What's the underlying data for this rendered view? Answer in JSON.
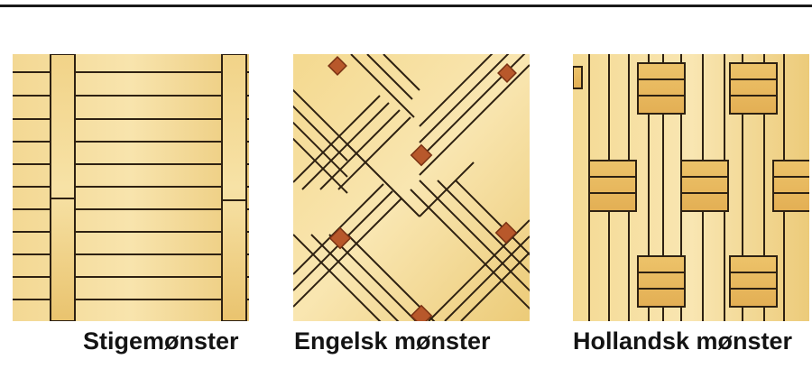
{
  "patterns": [
    {
      "id": "stige",
      "caption": "Stigemønster"
    },
    {
      "id": "engelsk",
      "caption": "Engelsk mønster"
    },
    {
      "id": "hollandsk",
      "caption": "Hollandsk mønster"
    }
  ],
  "colors": {
    "wood_light": "#f6dfa0",
    "wood_mid": "#efcc78",
    "wood_dark": "#e2b45a",
    "seam": "#2e2112",
    "tile": "#b8582b",
    "tile_dark": "#8a3a1a"
  }
}
